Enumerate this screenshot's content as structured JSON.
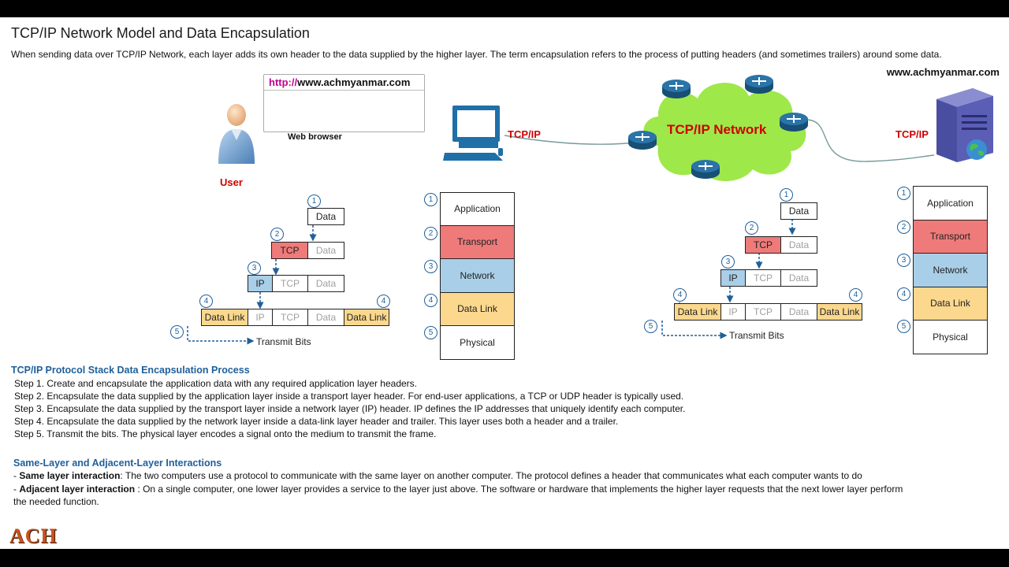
{
  "title": "TCP/IP Network Model and Data Encapsulation",
  "intro": "When sending data over TCP/IP Network, each layer adds its own header to the data supplied by the higher layer. The term encapsulation refers to the process of putting headers (and sometimes trailers) around some data.",
  "website": "www.achmyanmar.com",
  "browser": {
    "protocol": "http://",
    "url": "www.achmyanmar.com",
    "label": "Web browser"
  },
  "user_label": "User",
  "tcpip_label": "TCP/IP",
  "network_label": "TCP/IP Network",
  "encap": {
    "nums": [
      "1",
      "2",
      "3",
      "4",
      "5"
    ],
    "data": "Data",
    "tcp": "TCP",
    "ip": "IP",
    "data_link": "Data Link",
    "transmit": "Transmit Bits"
  },
  "layers": [
    "Application",
    "Transport",
    "Network",
    "Data Link",
    "Physical"
  ],
  "process": {
    "heading": "TCP/IP Protocol Stack Data Encapsulation Process",
    "steps": [
      "Step 1. Create and encapsulate the application data with any required application layer headers.",
      "Step 2. Encapsulate the data supplied by the application layer inside a transport layer header. For end-user applications, a TCP or UDP header is typically used.",
      "Step 3. Encapsulate the data supplied by the transport layer inside a network layer (IP) header. IP defines the IP addresses that uniquely identify each computer.",
      "Step 4. Encapsulate the data supplied by the network layer inside a data-link layer header and trailer. This layer uses both a header and a trailer.",
      "Step 5. Transmit the bits. The physical layer encodes a signal onto the medium to transmit the frame."
    ]
  },
  "interactions": {
    "heading": "Same-Layer and Adjacent-Layer Interactions",
    "same_prefix": "- ",
    "same_term": "Same layer interaction",
    "same_text": ": The two computers use a protocol to communicate with the same layer on another computer. The protocol defines a header that communicates what each computer wants to do",
    "adj_prefix": "- ",
    "adj_term": "Adjacent layer interaction",
    "adj_text": " : On a single computer, one lower layer provides a service to the layer just above. The software or hardware that implements the higher layer requests that the next lower layer perform the needed function."
  },
  "logo": "ACH",
  "colors": {
    "tcp": "#ef7a7a",
    "ip": "#a9cfe8",
    "data_link": "#fbd88d",
    "heading_blue": "#1f5f9a",
    "label_red": "#d00000",
    "cloud": "#9ee84a",
    "router": "#2a74a8"
  },
  "icons": [
    "user-icon",
    "desktop-computer-icon",
    "router-icon",
    "server-icon",
    "globe-icon",
    "cloud-icon"
  ]
}
